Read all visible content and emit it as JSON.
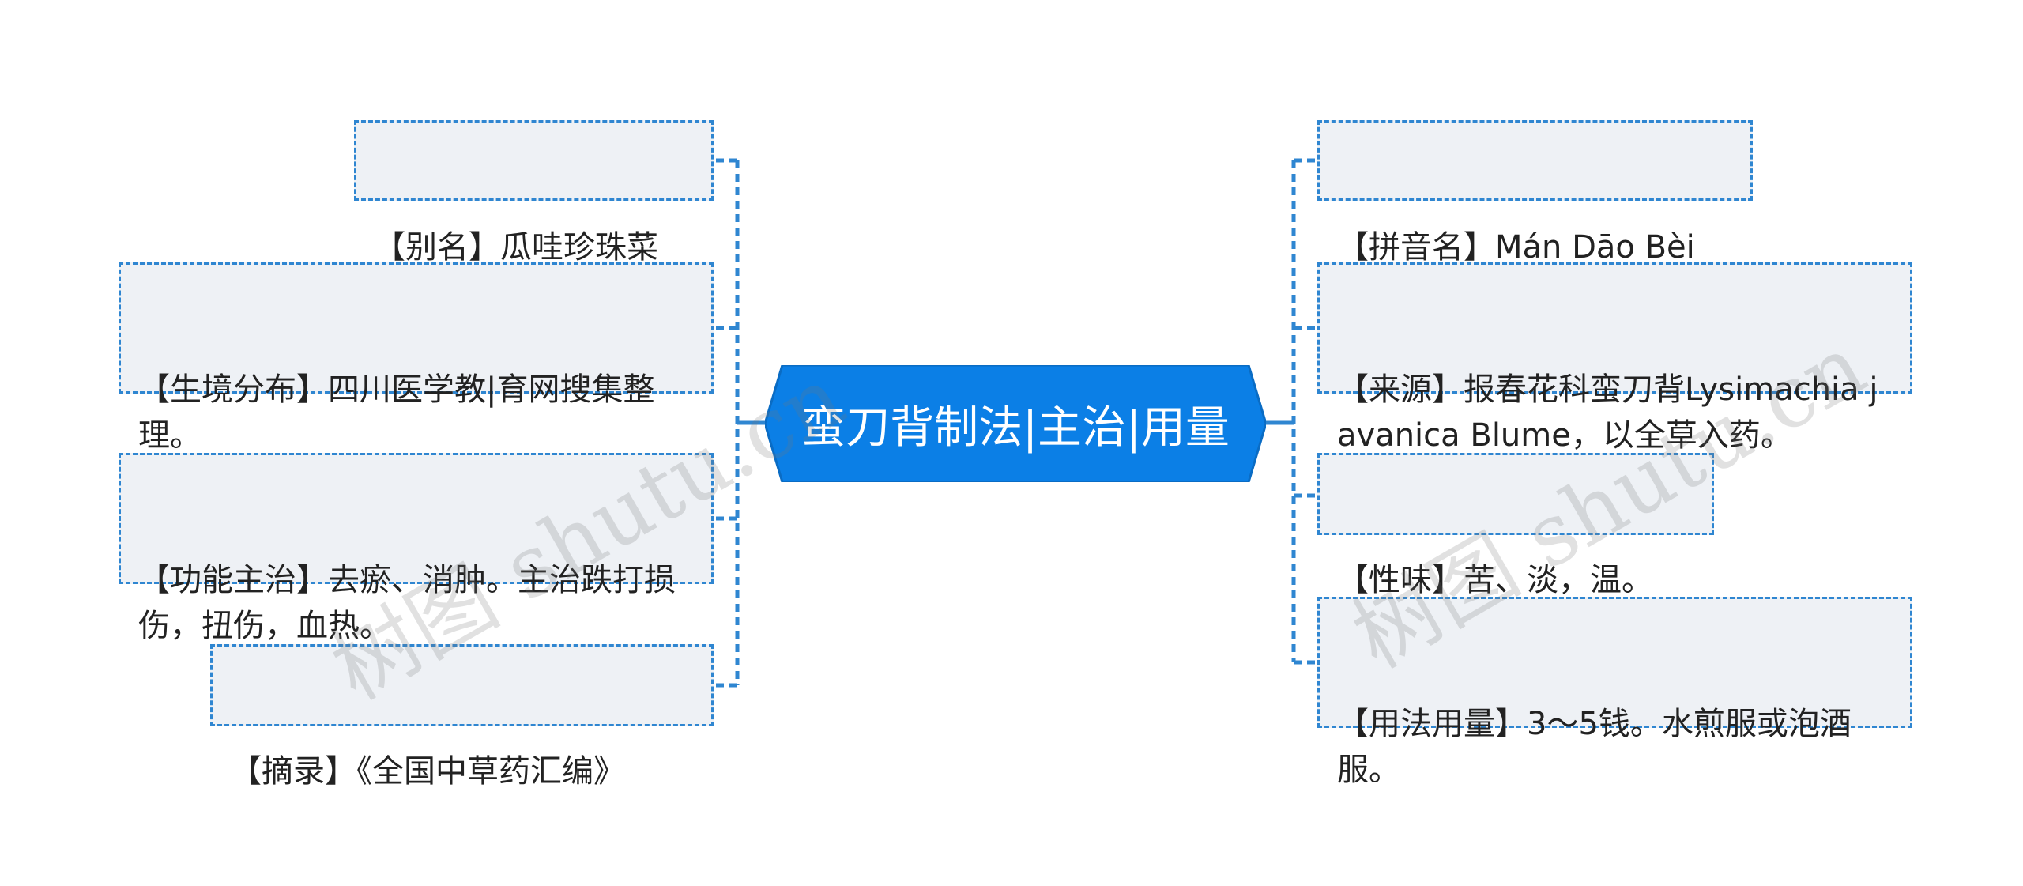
{
  "center": {
    "title": "蛮刀背制法|主治|用量"
  },
  "left_nodes": [
    {
      "text": "【别名】瓜哇珍珠菜"
    },
    {
      "text": "【生境分布】四川医学教|育网搜集整理。"
    },
    {
      "text": "【功能主治】去瘀、消肿。主治跌打损伤，扭伤，血热。"
    },
    {
      "text": "【摘录】《全国中草药汇编》"
    }
  ],
  "right_nodes": [
    {
      "text": "【拼音名】Mán Dāo Bèi"
    },
    {
      "text": "【来源】报春花科蛮刀背Lysimachia javanica Blume，以全草入药。"
    },
    {
      "text": "【性味】苦、淡，温。"
    },
    {
      "text": "【用法用量】3～5钱。水煎服或泡酒服。"
    }
  ],
  "watermark": {
    "text": "树图 shutu.cn"
  },
  "colors": {
    "center_fill": "#0b7fe6",
    "center_border": "#0a6cc4",
    "node_fill": "#eef1f5",
    "node_border": "#2f86d1",
    "connector": "#2f86d1"
  }
}
